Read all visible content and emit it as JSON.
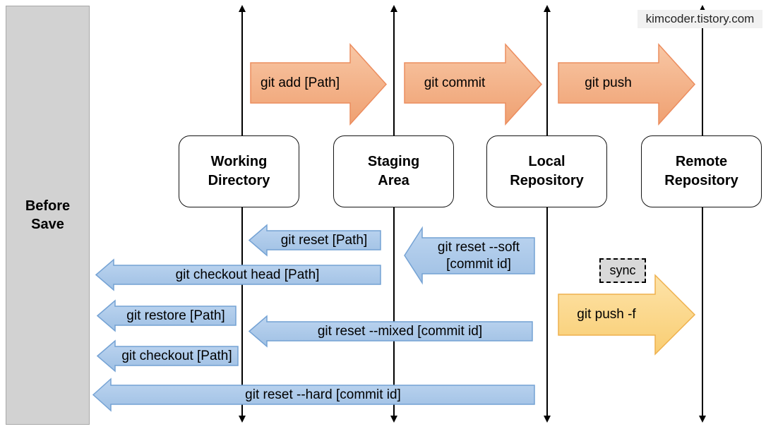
{
  "watermark": {
    "text": "kimcoder.tistory.com"
  },
  "sidebar": {
    "label": "Before\nSave"
  },
  "stages": [
    {
      "label": "Working\nDirectory"
    },
    {
      "label": "Staging\nArea"
    },
    {
      "label": "Local\nRepository"
    },
    {
      "label": "Remote\nRepository"
    }
  ],
  "commands": {
    "git_add": "git add [Path]",
    "git_commit": "git commit",
    "git_push": "git push",
    "git_reset_path": "git reset [Path]",
    "git_reset_soft": "git reset --soft\n[commit id]",
    "git_checkout_head": "git checkout head [Path]",
    "git_restore": "git restore [Path]",
    "git_reset_mixed": "git reset --mixed [commit id]",
    "git_checkout": "git checkout [Path]",
    "git_reset_hard": "git reset --hard [commit id]",
    "git_push_force": "git push -f",
    "sync": "sync"
  },
  "colors": {
    "forward_fill_top": "#f8c7a5",
    "forward_fill_bottom": "#efa071",
    "forward_border": "#ec8d5f",
    "undo_fill_top": "#bdd5f0",
    "undo_fill_bottom": "#9fc0e4",
    "undo_border": "#74a2d4",
    "force_fill_top": "#fde3a9",
    "force_fill_bottom": "#f9cd72",
    "force_border": "#eeb04d",
    "sidebar_bg": "#d2d2d2",
    "sync_bg": "#d9d9d9",
    "watermark_bg": "#f1f1f1"
  }
}
